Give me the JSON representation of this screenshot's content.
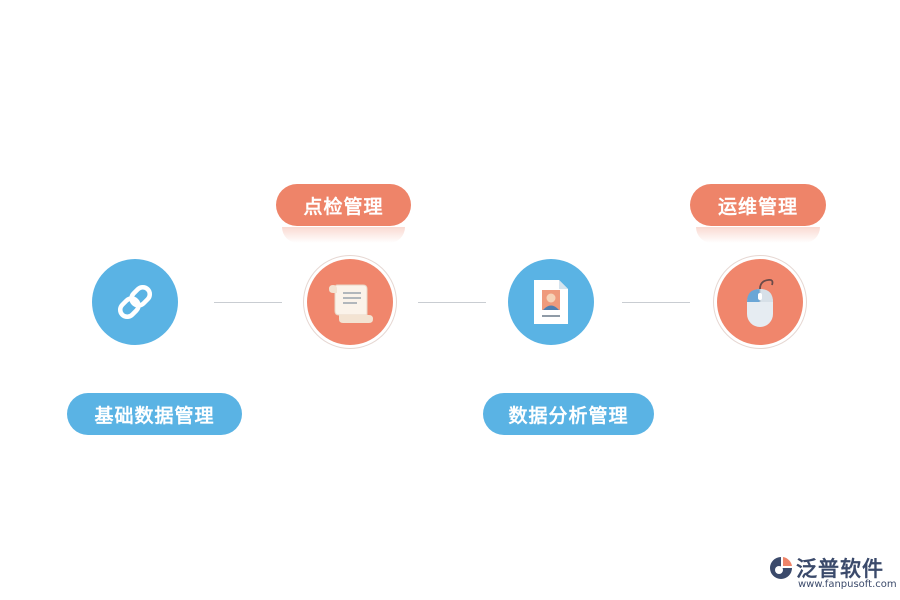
{
  "nodes": [
    {
      "icon": "chain-link-icon",
      "label": "基础数据管理",
      "color": "#5ab3e4"
    },
    {
      "icon": "scroll-icon",
      "label": "点检管理",
      "color": "#f0866c"
    },
    {
      "icon": "id-document-icon",
      "label": "数据分析管理",
      "color": "#5ab3e4"
    },
    {
      "icon": "mouse-icon",
      "label": "运维管理",
      "color": "#f0866c"
    }
  ],
  "brand": {
    "name": "泛普软件",
    "url": "www.fanpusoft.com"
  },
  "colors": {
    "blue": "#5ab3e4",
    "coral": "#ee8469",
    "connector": "#c9cdd2",
    "brand_text": "#3b4a6b"
  }
}
